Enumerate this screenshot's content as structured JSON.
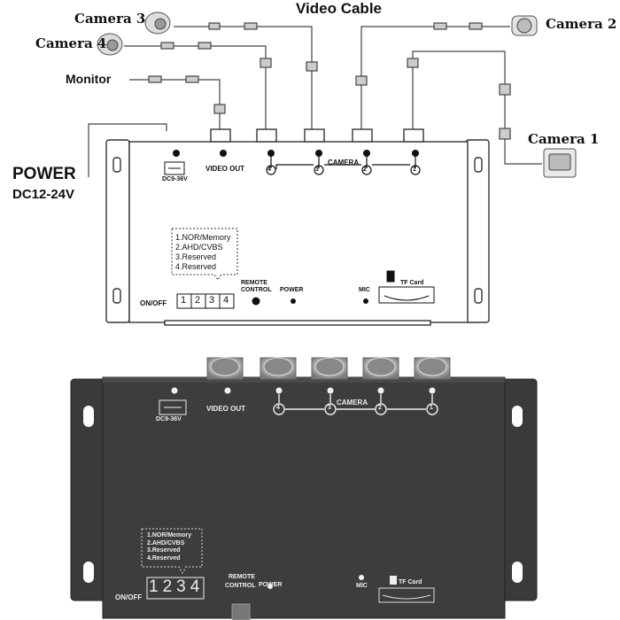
{
  "diagram": {
    "title": "Video Cable",
    "cameras": [
      "Camera 1",
      "Camera 2",
      "Camera 3",
      "Camera 4"
    ],
    "camera_labels": {
      "c1": "Camera 1",
      "c2": "Camera 2",
      "c3": "Camera 3",
      "c4": "Camera 4"
    },
    "monitor": "Monitor",
    "power_title": "POWER",
    "power_voltage": "DC12-24V"
  },
  "panel": {
    "dc_label": "DC9-36V",
    "video_out": "VIDEO OUT",
    "camera_label": "CAMERA",
    "port_numbers": [
      "4",
      "3",
      "2",
      "1"
    ],
    "dip_notes": [
      "1.NOR/Memory",
      "2.AHD/CVBS",
      "3.Reserved",
      "4.Reserved"
    ],
    "on_off": "ON/OFF",
    "dip_switches": [
      "1",
      "2",
      "3",
      "4"
    ],
    "remote_control": [
      "REMOTE",
      "CONTROL"
    ],
    "power_led": "POWER",
    "mic": "MIC",
    "tf_card": "TF Card"
  },
  "colors": {
    "line": "#333333",
    "device_photo": "#3b3b3b",
    "device_edge": "#222222"
  }
}
